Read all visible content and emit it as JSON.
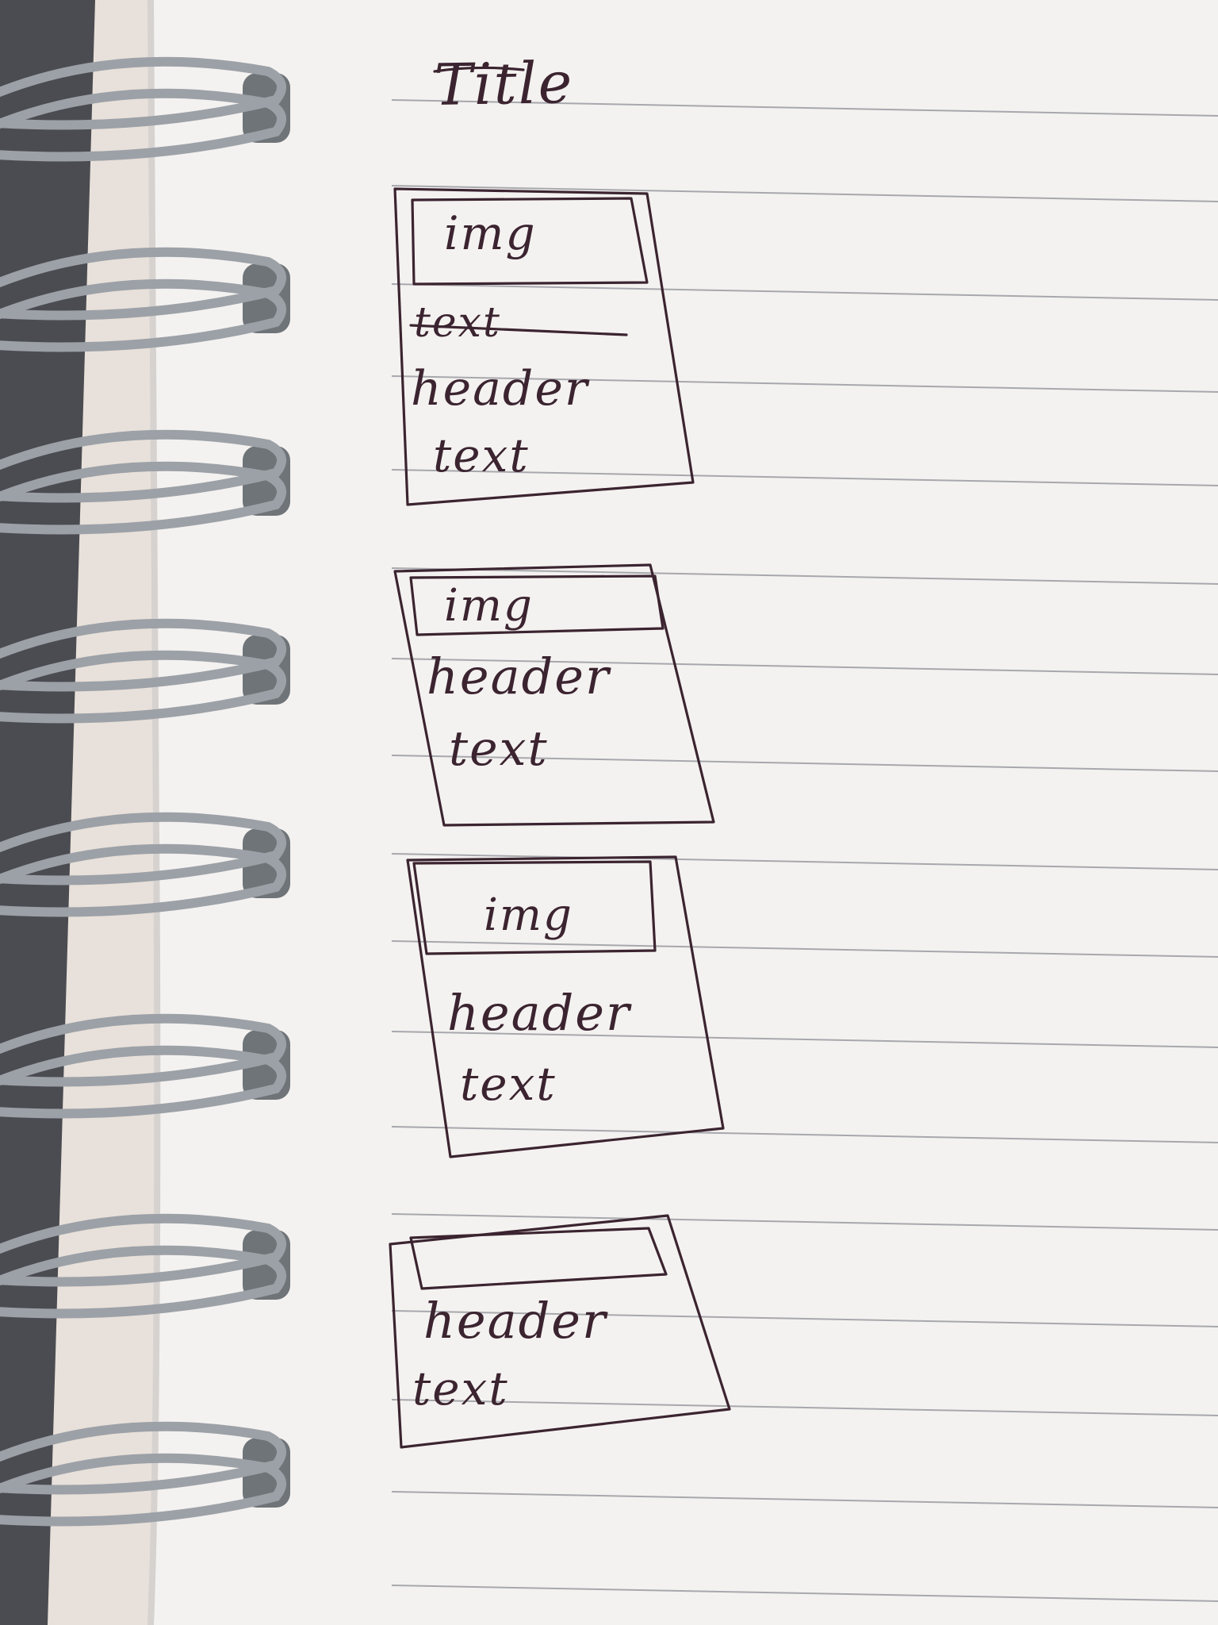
{
  "sketch": {
    "title": "Title",
    "cards": [
      {
        "image_label": "img",
        "strikethrough_label": "text",
        "header": "header",
        "text": "text"
      },
      {
        "image_label": "img",
        "header": "header",
        "text": "text"
      },
      {
        "image_label": "img",
        "header": "header",
        "text": "text"
      },
      {
        "image_label": "",
        "header": "header",
        "text": "text"
      }
    ]
  },
  "colors": {
    "ink": "#3b2430",
    "paper": "#f4f2f0",
    "rule_line": "#a7a8ad",
    "wire": "#9ca1a7",
    "cover": "#4a4b50"
  }
}
